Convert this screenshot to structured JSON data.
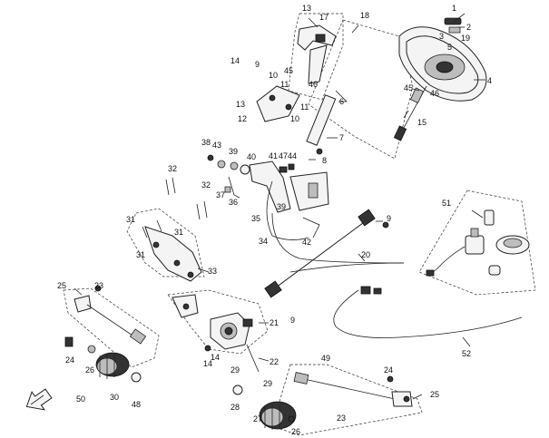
{
  "diagram": {
    "callouts": [
      "1",
      "2",
      "3",
      "4",
      "5",
      "6",
      "7",
      "8",
      "9",
      "10",
      "11",
      "12",
      "13",
      "14",
      "15",
      "17",
      "18",
      "19",
      "20",
      "21",
      "22",
      "23",
      "24",
      "25",
      "26",
      "27",
      "28",
      "29",
      "30",
      "31",
      "32",
      "33",
      "34",
      "35",
      "36",
      "37",
      "38",
      "39",
      "40",
      "41",
      "42",
      "43",
      "44",
      "45",
      "46",
      "47",
      "48",
      "49",
      "50",
      "51",
      "52"
    ],
    "labels": {
      "l1": "1",
      "l2": "2",
      "l3": "3",
      "l4": "4",
      "l5": "5",
      "l6": "6",
      "l7": "7",
      "l8": "8",
      "l9a": "9",
      "l9b": "9",
      "l9c": "9",
      "l10a": "10",
      "l10b": "10",
      "l11a": "11",
      "l11b": "11",
      "l12": "12",
      "l13a": "13",
      "l13b": "13",
      "l14a": "14",
      "l14b": "14",
      "l14c": "14",
      "l15": "15",
      "l17": "17",
      "l18": "18",
      "l19": "19",
      "l20": "20",
      "l21": "21",
      "l22": "22",
      "l23a": "23",
      "l23b": "23",
      "l24a": "24",
      "l24b": "24",
      "l25a": "25",
      "l25b": "25",
      "l26a": "26",
      "l26b": "26",
      "l27": "27",
      "l28": "28",
      "l29a": "29",
      "l29b": "29",
      "l30": "30",
      "l31a": "31",
      "l31b": "31",
      "l31c": "31",
      "l32a": "32",
      "l32b": "32",
      "l33": "33",
      "l34": "34",
      "l35": "35",
      "l36": "36",
      "l37": "37",
      "l38": "38",
      "l39a": "39",
      "l39b": "39",
      "l40": "40",
      "l41": "41",
      "l42": "42",
      "l43": "43",
      "l44": "44",
      "l45a": "45",
      "l45b": "45",
      "l46a": "46",
      "l46b": "46",
      "l47": "47",
      "l48": "48",
      "l49": "49",
      "l50": "50",
      "l51": "51",
      "l52": "52"
    },
    "colors": {
      "line": "#222222",
      "background": "#ffffff",
      "part_fill": "#f4f4f4",
      "dark_part": "#333333"
    },
    "icons": {
      "front_direction": "front-arrow-icon"
    }
  }
}
